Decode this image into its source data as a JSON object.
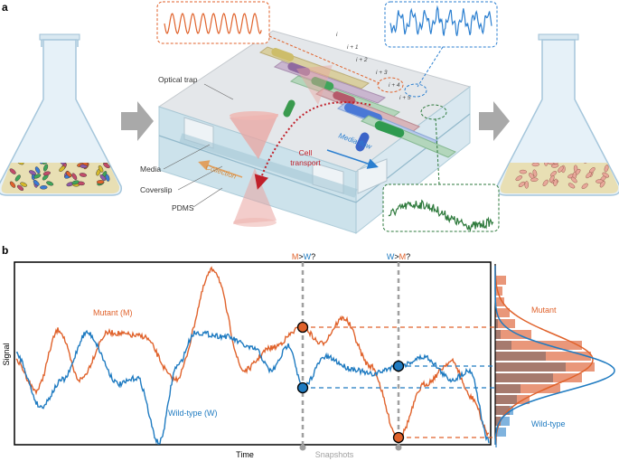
{
  "panel_a": {
    "label": "a",
    "labels": {
      "optical_trap": "Optical trap",
      "media": "Media",
      "coverslip": "Coverslip",
      "pdms": "PDMS",
      "collection": "Collection",
      "cell_transport_line1": "Cell",
      "cell_transport_line2": "transport",
      "media_flow": "Media flow"
    },
    "lane_labels": [
      "i",
      "i + 1",
      "i + 2",
      "i + 3",
      "i + 4",
      "i + 5"
    ],
    "colors": {
      "orange": "#e0622b",
      "blue": "#2b7fd0",
      "green": "#2e7a3c",
      "red_arrow": "#c0202a",
      "chip_top": "#e6e9ec",
      "chip_front": "#c8dde8",
      "cone": "#e9a4a0",
      "arrow_gray": "#a9a9a9",
      "broth": "#e8dfb4"
    }
  },
  "panel_b": {
    "label": "b",
    "ylabel": "Signal",
    "xlabel": "Time",
    "snapshots_label": "Snapshots",
    "mutant_label": "Mutant (M)",
    "wildtype_label": "Wild-type (W)",
    "hist_mutant_label": "Mutant",
    "hist_wildtype_label": "Wild-type",
    "q1": {
      "a": "M",
      "op": ">",
      "b": "W",
      "q": "?"
    },
    "q2": {
      "a": "W",
      "op": ">",
      "b": "M",
      "q": "?"
    },
    "colors": {
      "mutant": "#e0622b",
      "wildtype": "#1f7bc1",
      "snapshot": "#a0a0a0",
      "bar_mutant": "#e9977a",
      "bar_wildtype": "#7fb3de",
      "bar_overlap": "#a67a6e"
    }
  }
}
